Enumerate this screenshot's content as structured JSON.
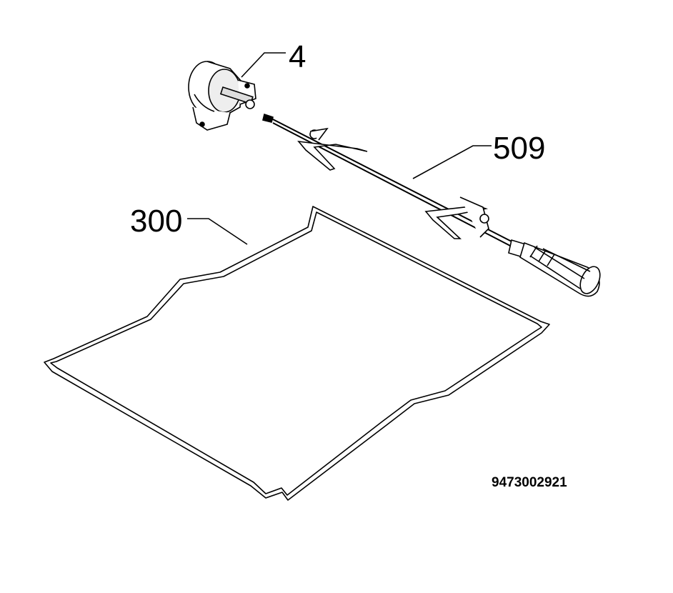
{
  "diagram": {
    "callouts": {
      "motor": "4",
      "spit": "509",
      "rack": "300"
    },
    "document_number": "9473002921"
  },
  "colors": {
    "ink": "#000000",
    "background": "#ffffff",
    "shade": "#cfcfcf"
  },
  "icons": [
    "rotisserie-motor-icon",
    "rotisserie-spit-icon",
    "wire-rack-icon"
  ]
}
